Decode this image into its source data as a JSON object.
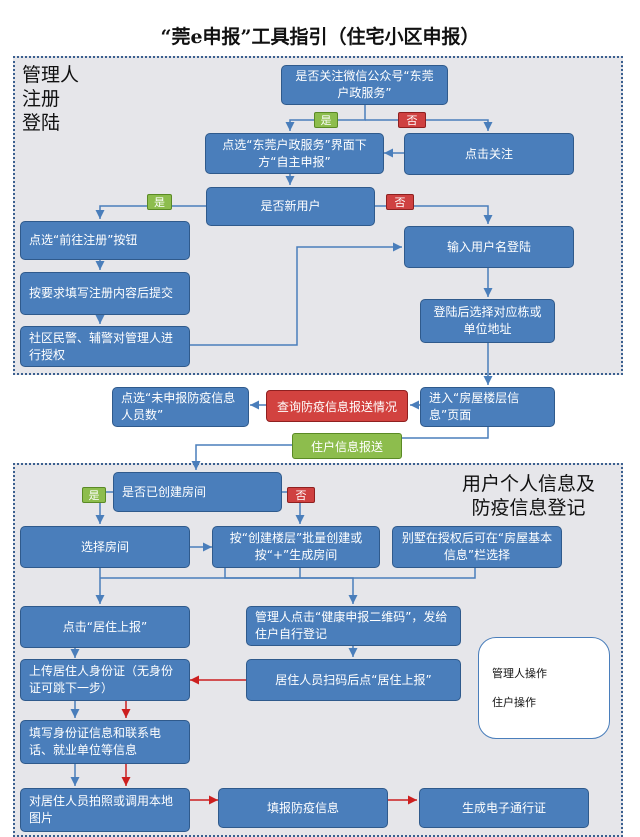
{
  "title": "“莞e申报”工具指引（住宅小区申报）",
  "region1_label": [
    "管理人",
    "注册",
    "登陆"
  ],
  "region2_label": [
    "用户个人信息及",
    "防疫信息登记"
  ],
  "nodes": {
    "follow_check": "是否关注微信公众号“东莞户政服务”",
    "click_follow": "点击关注",
    "click_self_report": "点选“东莞户政服务”界面下方“自主申报”",
    "is_new_user": "是否新用户",
    "goto_register": "点选“前往注册”按钮",
    "fill_register": "按要求填写注册内容后提交",
    "police_authorize": "社区民警、辅警对管理人进行授权",
    "username_login": "输入用户名登陆",
    "choose_building": "登陆后选择对应栋或单位地址",
    "enter_building_page": "进入“房屋楼层信息”页面",
    "unreported_count": "点选“未申报防疫信息人员数”",
    "room_created_check": "是否已创建房间",
    "select_room": "选择房间",
    "batch_create": "按“创建楼层”批量创建或按“+”生成房间",
    "villa_select": "别墅在授权后可在“房屋基本信息”栏选择",
    "click_resident_report": "点击“居住上报”",
    "manager_qrcode": "管理人点击“健康申报二维码”，发给住户自行登记",
    "upload_id": "上传居住人身份证（无身份证可跳下一步）",
    "resident_scan": "居住人员扫码后点“居住上报”",
    "fill_id_info": "填写身份证信息和联系电话、就业单位等信息",
    "photo_local": "对居住人员拍照或调用本地图片",
    "fill_epidemic": "填报防疫信息",
    "gen_pass": "生成电子通行证"
  },
  "labels": {
    "yes": "是",
    "no": "否",
    "check_report_status": "查询防疫信息报送情况",
    "resident_info_report": "住户信息报送"
  },
  "legend": {
    "manager_op": "管理人操作",
    "resident_op": "住户操作"
  },
  "colors": {
    "box_fill": "#4a7ebb",
    "manager_arrow": "#4a7ebb",
    "resident_arrow": "#cc1f1f",
    "yes_tag": "#8dbd4d",
    "no_tag": "#cf4141"
  }
}
